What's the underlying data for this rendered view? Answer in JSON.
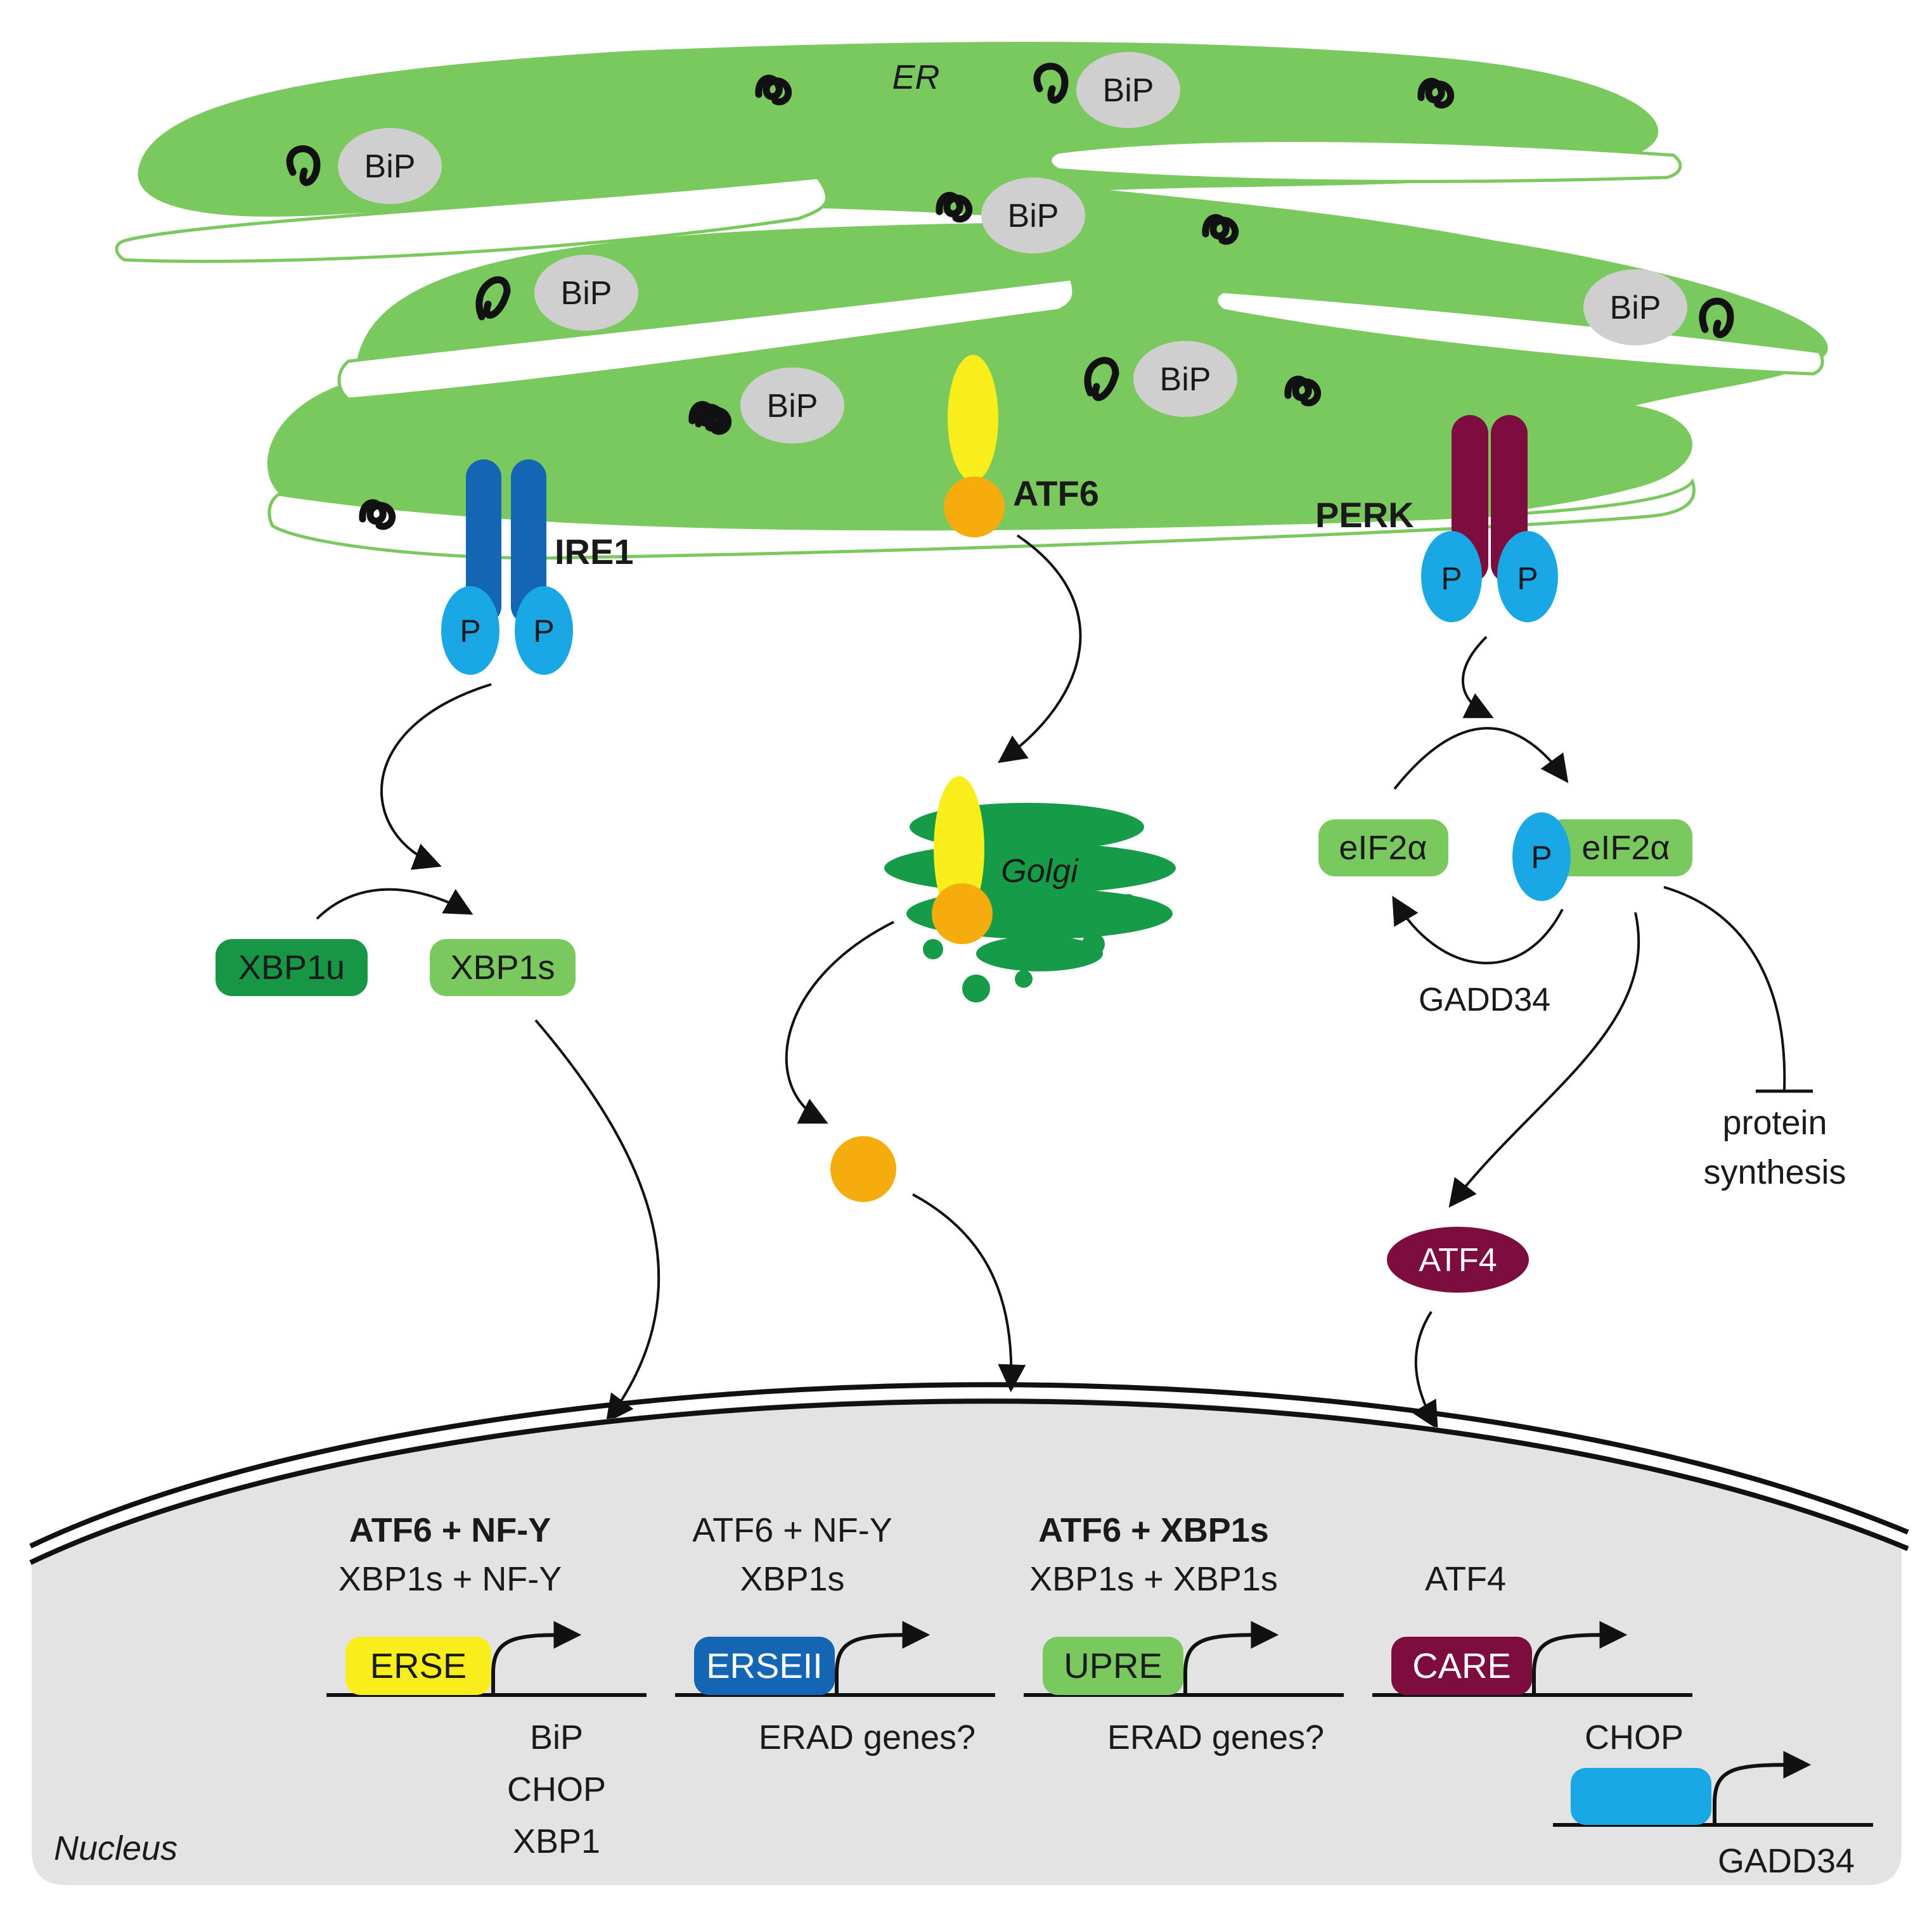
{
  "colors": {
    "er_fill": "#7ac95f",
    "er_lumen": "#ffffff",
    "bip": "#cfcfcf",
    "ire1": "#1565b5",
    "phospho": "#1aa7e6",
    "atf6_luminal": "#f7ee1b",
    "atf6_cytosolic": "#f5ad0d",
    "perk": "#7d0d3e",
    "xbp1u": "#179746",
    "xbp1s": "#7ac95f",
    "golgi": "#169c49",
    "eif2a": "#7ac95f",
    "atf4": "#7d0d3e",
    "nucleus": "#e3e3e3",
    "erse": "#f7ee1b",
    "erseii": "#1565b5",
    "upre": "#7ac95f",
    "care": "#7d0d3e",
    "chop_box": "#1aa7e6"
  },
  "organelles": {
    "er": "ER",
    "golgi": "Golgi",
    "nucleus": "Nucleus"
  },
  "bip_label": "BiP",
  "phospho_label": "P",
  "sensors": {
    "ire1": "IRE1",
    "atf6": "ATF6",
    "perk": "PERK"
  },
  "ire1_branch": {
    "xbp1u": "XBP1u",
    "xbp1s": "XBP1s"
  },
  "perk_branch": {
    "eif2a": "eIF2α",
    "eif2a_p": "eIF2α",
    "gadd34": "GADD34",
    "inhibit_line1": "protein",
    "inhibit_line2": "synthesis",
    "atf4": "ATF4"
  },
  "promoters": [
    {
      "factor1": "ATF6 + NF-Y",
      "factor2": "XBP1s + NF-Y",
      "element": "ERSE",
      "genes": [
        "BiP",
        "CHOP",
        "XBP1"
      ]
    },
    {
      "factor1": "ATF6 + NF-Y",
      "factor2": "XBP1s",
      "element": "ERSEII",
      "genes": [
        "ERAD genes?"
      ]
    },
    {
      "factor1": "ATF6 + XBP1s",
      "factor2": "XBP1s + XBP1s",
      "element": "UPRE",
      "genes": [
        "ERAD genes?"
      ]
    },
    {
      "factor1": "ATF4",
      "factor2": "",
      "element": "CARE",
      "genes": []
    }
  ],
  "chop_promoter": {
    "label": "CHOP",
    "gene": "GADD34"
  }
}
